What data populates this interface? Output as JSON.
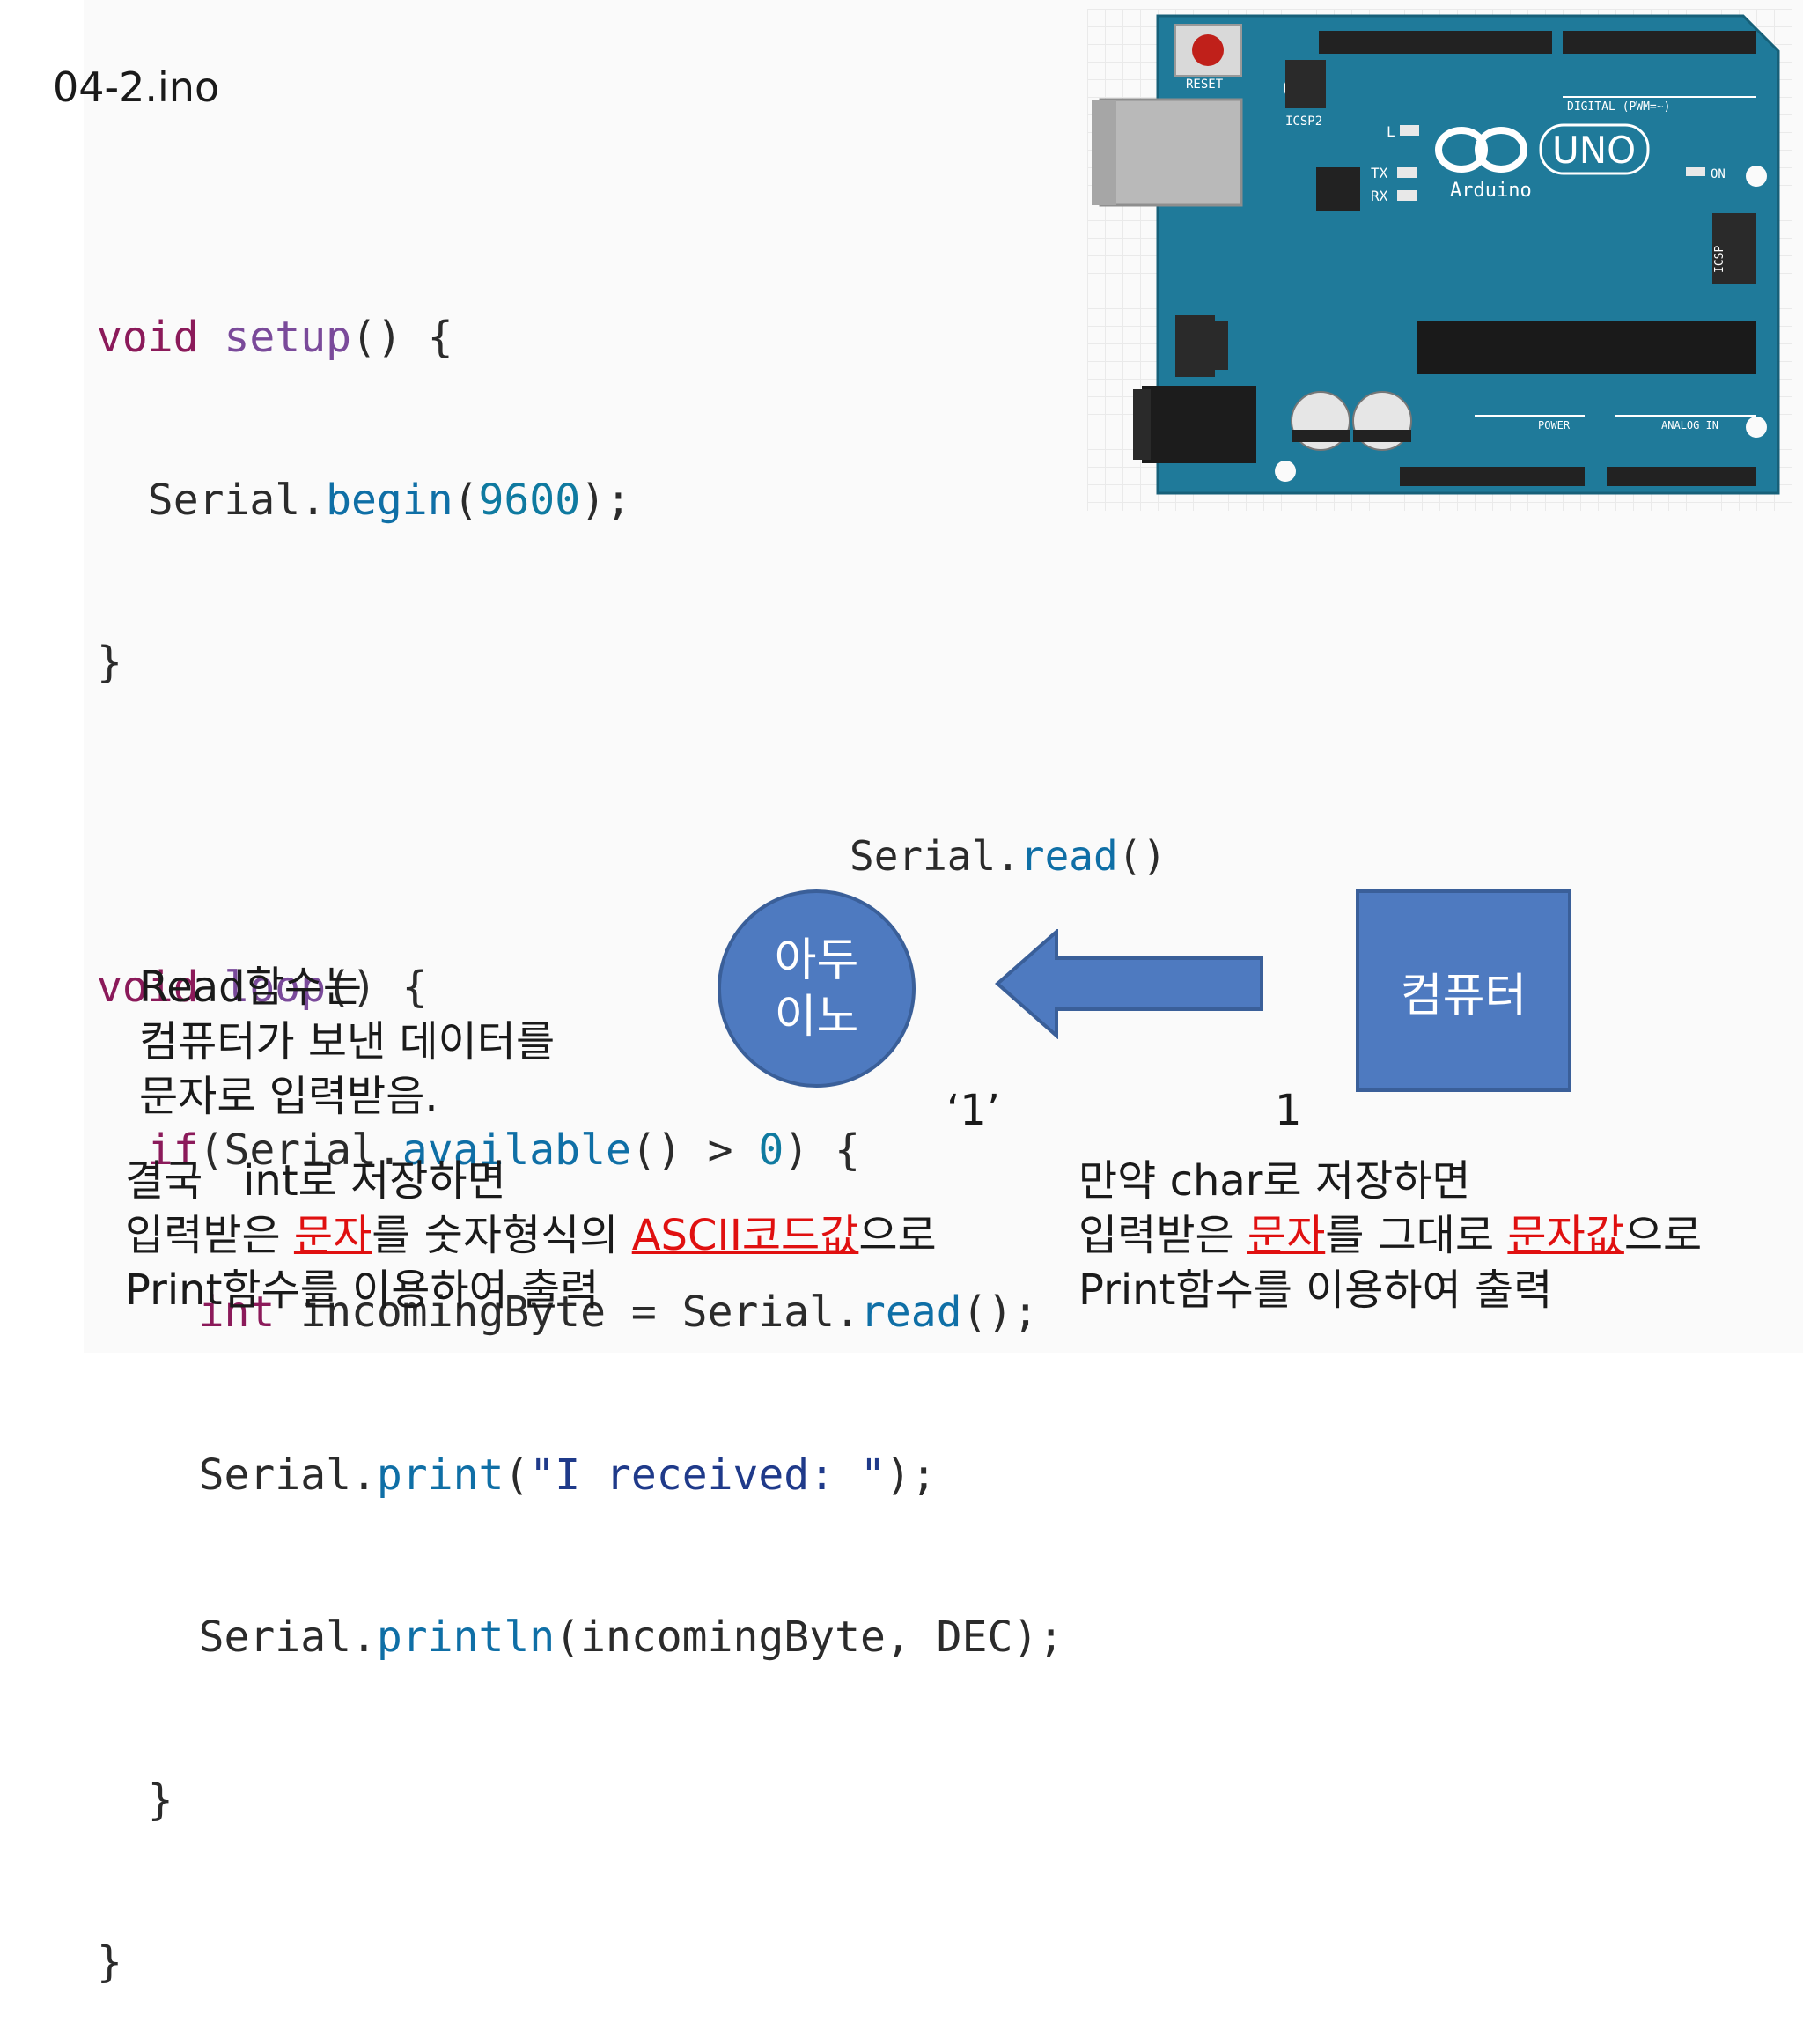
{
  "filename": "04-2.ino",
  "code": {
    "l1": {
      "kw": "void",
      "fn": "setup",
      "rest": "() {"
    },
    "l2": {
      "obj": "  Serial.",
      "mth": "begin",
      "p1": "(",
      "num": "9600",
      "p2": ");"
    },
    "l3": "}",
    "l5": {
      "kw": "void",
      "fn": "loop",
      "rest": "() {"
    },
    "l6": {
      "kw": "  if",
      "p1": "(Serial.",
      "mth": "available",
      "p2": "() > ",
      "num": "0",
      "p3": ") {"
    },
    "l7": {
      "kw": "    int",
      "p1": " incomingByte = Serial.",
      "mth": "read",
      "p2": "();"
    },
    "l8": {
      "p1": "    Serial.",
      "mth": "print",
      "p2": "(",
      "str": "\"I received: \"",
      "p3": ");"
    },
    "l9": {
      "p1": "    Serial.",
      "mth": "println",
      "p2": "(incomingByte, DEC);"
    },
    "l10": "  }",
    "l11": "}"
  },
  "diagram": {
    "caption_obj": "Serial.",
    "caption_mth": "read",
    "caption_paren": "()",
    "arduino_label": "아두\n이노",
    "computer_label": "컴퓨터",
    "char_label": "‘1’",
    "num_label": "1"
  },
  "board": {
    "reset": "RESET",
    "icsp2": "ICSP2",
    "digital": "DIGITAL (PWM=~)",
    "uno": "UNO",
    "arduino": "Arduino",
    "on": "ON",
    "icsp": "ICSP",
    "power": "POWER",
    "analog": "ANALOG IN",
    "tx": "TX",
    "rx": "RX",
    "l": "L"
  },
  "notes": {
    "read_note": [
      "Read함수는",
      "컴퓨터가 보낸 데이터를",
      "문자로 입력받음."
    ],
    "left": {
      "line1": "결국   int로 저장하면",
      "line2_a": "입력받은 ",
      "line2_red1": "문자",
      "line2_b": "를 숫자형식의 ",
      "line2_red2": "ASCII코드값",
      "line2_c": "으로",
      "line3": "Print함수를 이용하여 출력"
    },
    "right": {
      "line1": "만약 char로 저장하면",
      "line2_a": "입력받은 ",
      "line2_red1": "문자",
      "line2_b": "를 그대로 ",
      "line2_red2": "문자값",
      "line2_c": "으로",
      "line3": "Print함수를 이용하여 출력"
    }
  },
  "colors": {
    "shape_fill": "#4e7ac0",
    "board": "#1f7a9a",
    "highlight": "#e01010"
  }
}
